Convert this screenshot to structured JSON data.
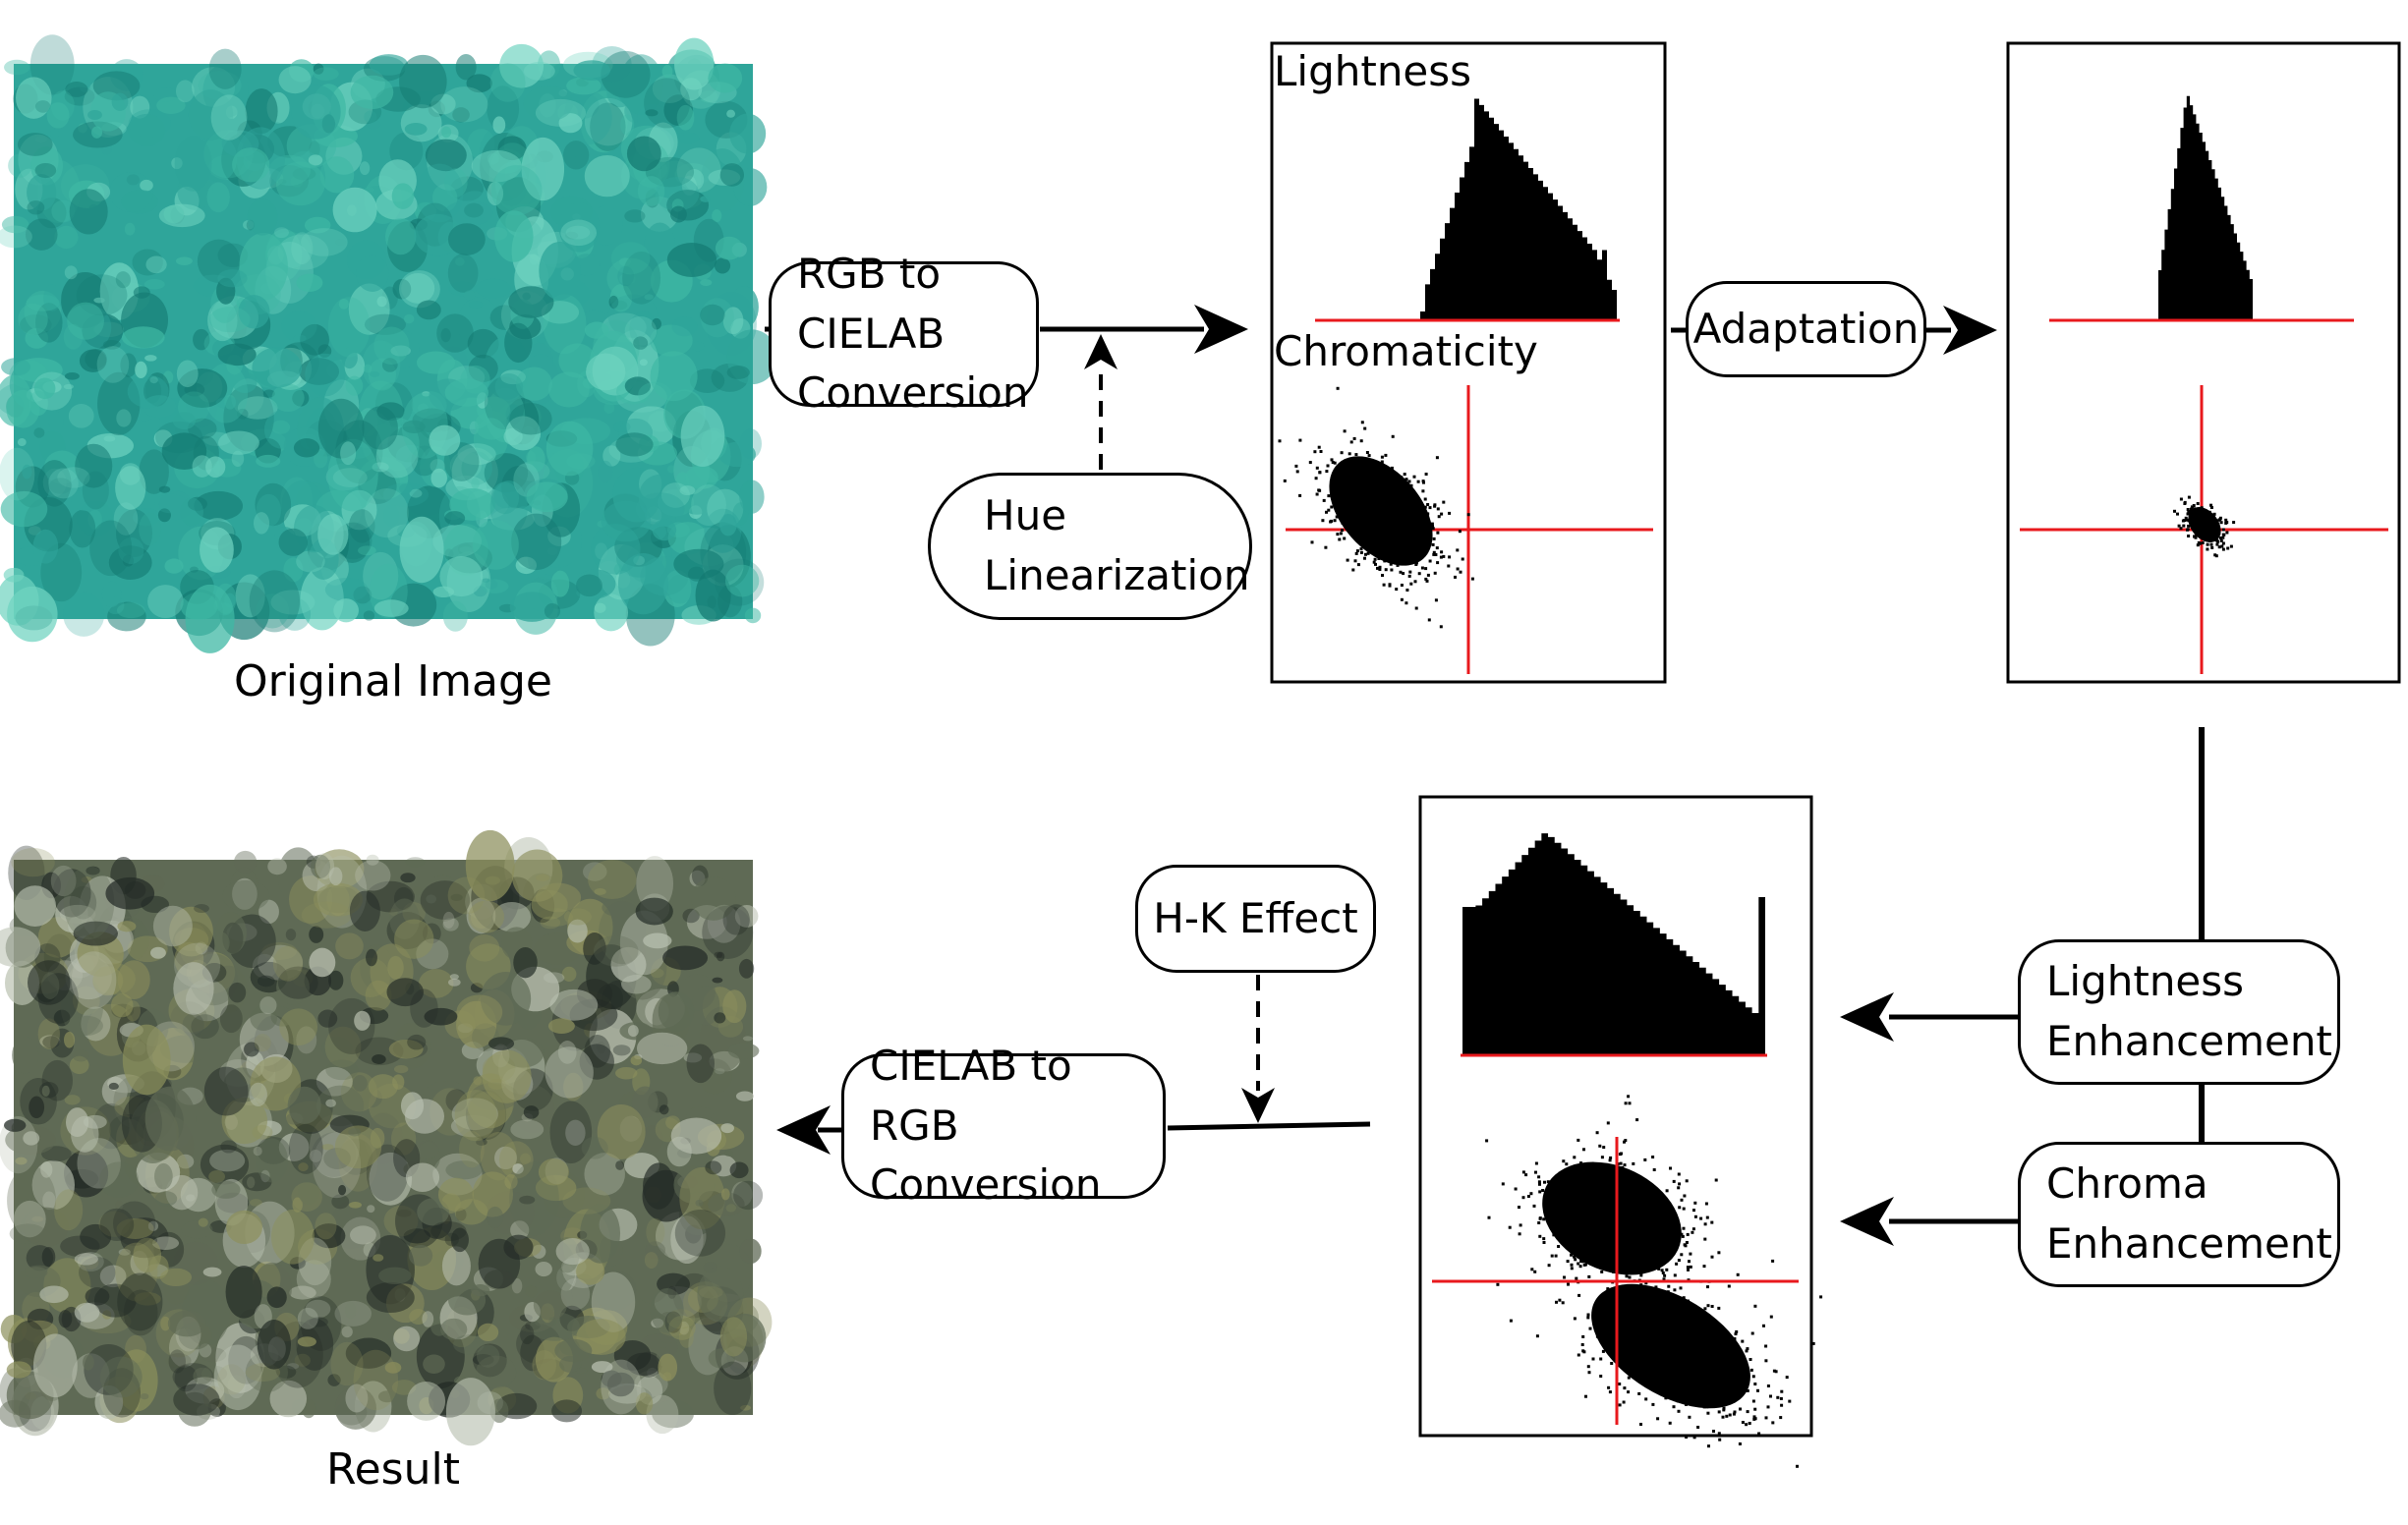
{
  "images": {
    "original": {
      "caption": "Original Image",
      "palette": {
        "base": "#2fa59a",
        "light": "#6fd3c0",
        "dark": "#147a72",
        "mid": "#3fb8a4"
      }
    },
    "result": {
      "caption": "Result",
      "palette": {
        "base": "#5f6a55",
        "light": "#b9c0b0",
        "dark": "#232b26",
        "mid": "#8c8f5c"
      }
    }
  },
  "nodes": {
    "rgb_to_cielab": [
      "RGB to CIELAB",
      "Conversion"
    ],
    "hue_linearization": [
      "Hue",
      "Linearization"
    ],
    "adaptation": [
      "Adaptation"
    ],
    "lightness_enhancement": [
      "Lightness",
      "Enhancement"
    ],
    "chroma_enhancement": [
      "Chroma",
      "Enhancement"
    ],
    "hk_effect": [
      "H-K Effect"
    ],
    "cielab_to_rgb": [
      "CIELAB to RGB",
      "Conversion"
    ]
  },
  "panels": {
    "stage1": {
      "lightness_label": "Lightness",
      "chromaticity_label": "Chromaticity"
    }
  },
  "colors": {
    "axis": "#e8191d",
    "ink": "#000000"
  }
}
